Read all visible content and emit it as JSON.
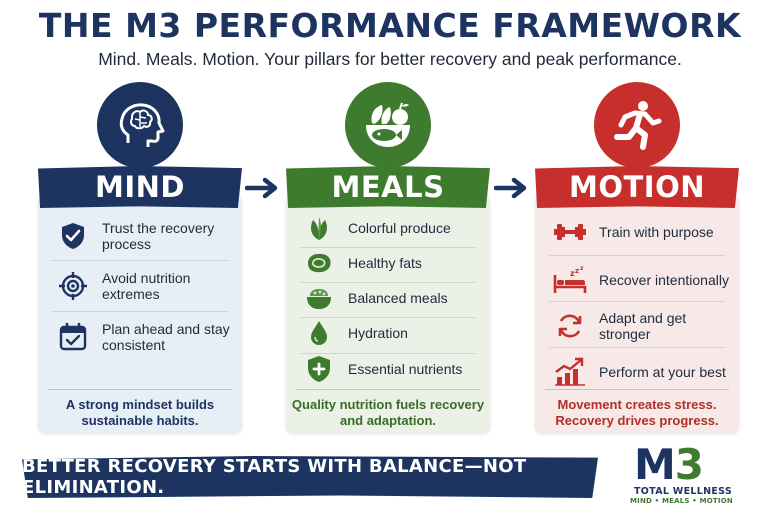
{
  "header": {
    "title": "THE M3 PERFORMANCE FRAMEWORK",
    "subtitle": "Mind. Meals. Motion. Your pillars for better recovery and peak performance."
  },
  "colors": {
    "navy": "#1d3461",
    "green": "#3f7b2e",
    "red": "#c62f2b"
  },
  "pillars": {
    "mind": {
      "title": "MIND",
      "icon": "brain-head-icon",
      "items": [
        {
          "icon": "shield-check-icon",
          "label": "Trust the recovery process"
        },
        {
          "icon": "target-icon",
          "label": "Avoid nutrition extremes"
        },
        {
          "icon": "calendar-check-icon",
          "label": "Plan ahead and stay consistent"
        }
      ],
      "footer": "A strong mindset builds sustainable habits."
    },
    "meals": {
      "title": "MEALS",
      "icon": "food-bowl-icon",
      "items": [
        {
          "icon": "leaf-icon",
          "label": "Colorful produce"
        },
        {
          "icon": "steak-icon",
          "label": "Healthy fats"
        },
        {
          "icon": "bowl-icon",
          "label": "Balanced meals"
        },
        {
          "icon": "water-drop-icon",
          "label": "Hydration"
        },
        {
          "icon": "shield-plus-icon",
          "label": "Essential nutrients"
        }
      ],
      "footer": "Quality nutrition fuels recovery and adaptation."
    },
    "motion": {
      "title": "MOTION",
      "icon": "runner-icon",
      "items": [
        {
          "icon": "dumbbell-icon",
          "label": "Train with purpose"
        },
        {
          "icon": "sleep-bed-icon",
          "label": "Recover intentionally"
        },
        {
          "icon": "cycle-arrows-icon",
          "label": "Adapt and get stronger"
        },
        {
          "icon": "growth-chart-icon",
          "label": "Perform at your best"
        }
      ],
      "footer": "Movement creates stress. Recovery drives progress."
    }
  },
  "bottom_banner": "BETTER RECOVERY STARTS WITH BALANCE—NOT ELIMINATION.",
  "logo": {
    "mark_m": "M",
    "mark_3": "3",
    "name": "TOTAL WELLNESS",
    "tagline": "MIND • MEALS • MOTION"
  }
}
